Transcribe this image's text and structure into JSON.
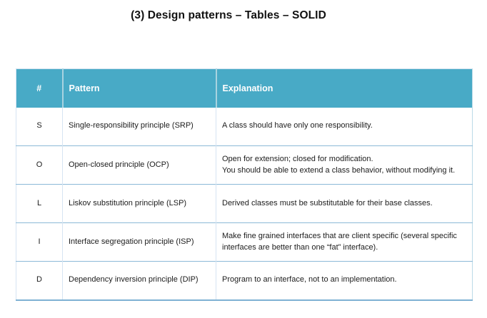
{
  "title": "(3) Design patterns – Tables – SOLID",
  "colors": {
    "header_background": "#48aac6",
    "header_text": "#ffffff",
    "row_divider": "#8cb9d7",
    "column_divider": "#d6e4f2",
    "table_bottom_border": "#7eb1d3",
    "body_text": "#1c1c1c"
  },
  "table": {
    "columns": [
      "#",
      "Pattern",
      "Explanation"
    ],
    "rows": [
      {
        "id": "S",
        "pattern": "Single-responsibility principle (SRP)",
        "explanation": "A class should have only one responsibility."
      },
      {
        "id": "O",
        "pattern": "Open-closed principle (OCP)",
        "explanation": "Open for extension; closed for modification.\nYou should be able to extend a class behavior, without modifying it."
      },
      {
        "id": "L",
        "pattern": "Liskov substitution principle (LSP)",
        "explanation": "Derived classes must be substitutable for their base classes."
      },
      {
        "id": "I",
        "pattern": "Interface segregation principle (ISP)",
        "explanation": "Make fine grained interfaces that are client specific (several specific interfaces are better than one “fat” interface)."
      },
      {
        "id": "D",
        "pattern": "Dependency inversion principle (DIP)",
        "explanation": "Program to an interface, not to an implementation."
      }
    ]
  }
}
